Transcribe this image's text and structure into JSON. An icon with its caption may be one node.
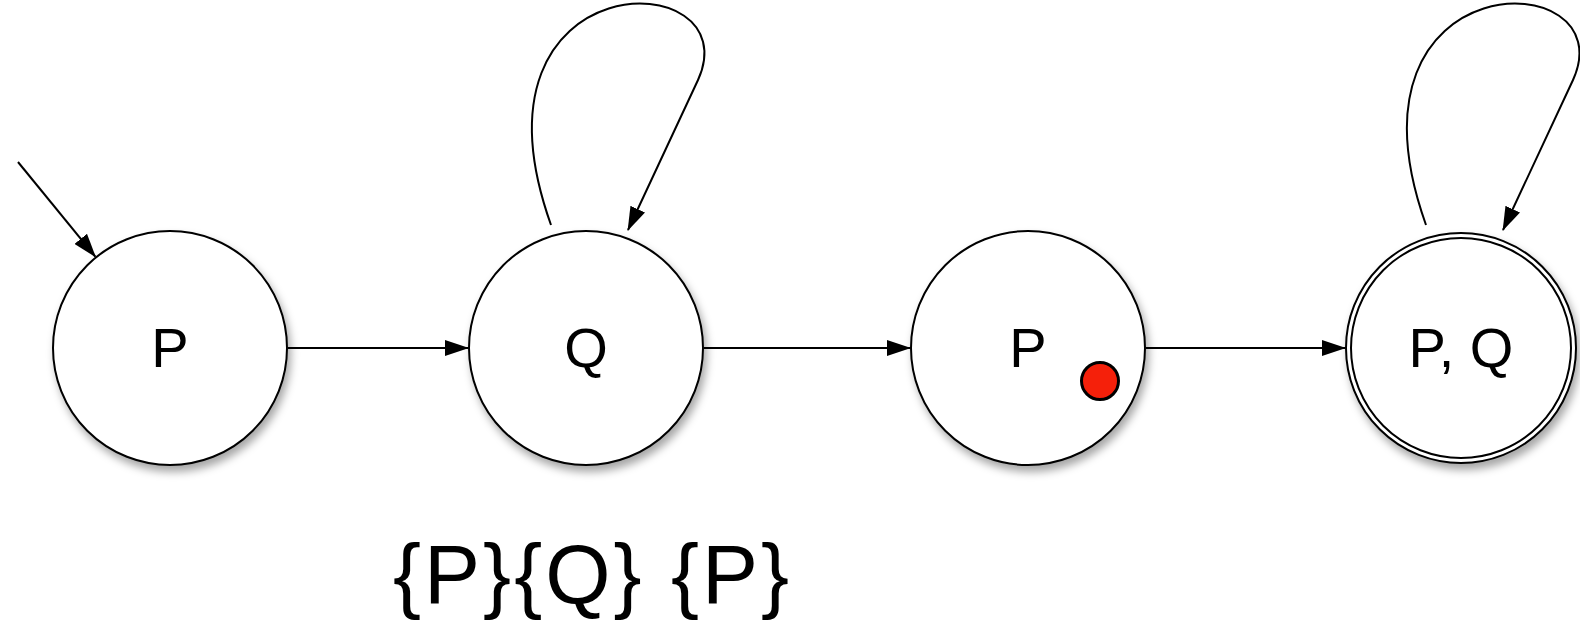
{
  "diagram": {
    "nodes": [
      {
        "text": [
          "P"
        ]
      },
      {
        "text": [
          "Q"
        ]
      },
      {
        "text": [
          "P"
        ]
      },
      {
        "text": [
          "P, Q"
        ]
      },
      {
        "text": [],
        "shape": "circle",
        "in": 2
      }
    ],
    "edges": [
      {
        "from": null,
        "to": 0,
        "arrow": "to"
      },
      {
        "from": 0,
        "to": 1,
        "arrow": "to"
      },
      {
        "from": 1,
        "to": 1,
        "arrow": "to"
      },
      {
        "from": 1,
        "to": 2,
        "arrow": "to"
      },
      {
        "from": 2,
        "to": 3,
        "arrow": "to"
      },
      {
        "from": 3,
        "to": 3,
        "arrow": "to"
      }
    ],
    "labels": [
      "{P}{Q} {P}"
    ]
  }
}
